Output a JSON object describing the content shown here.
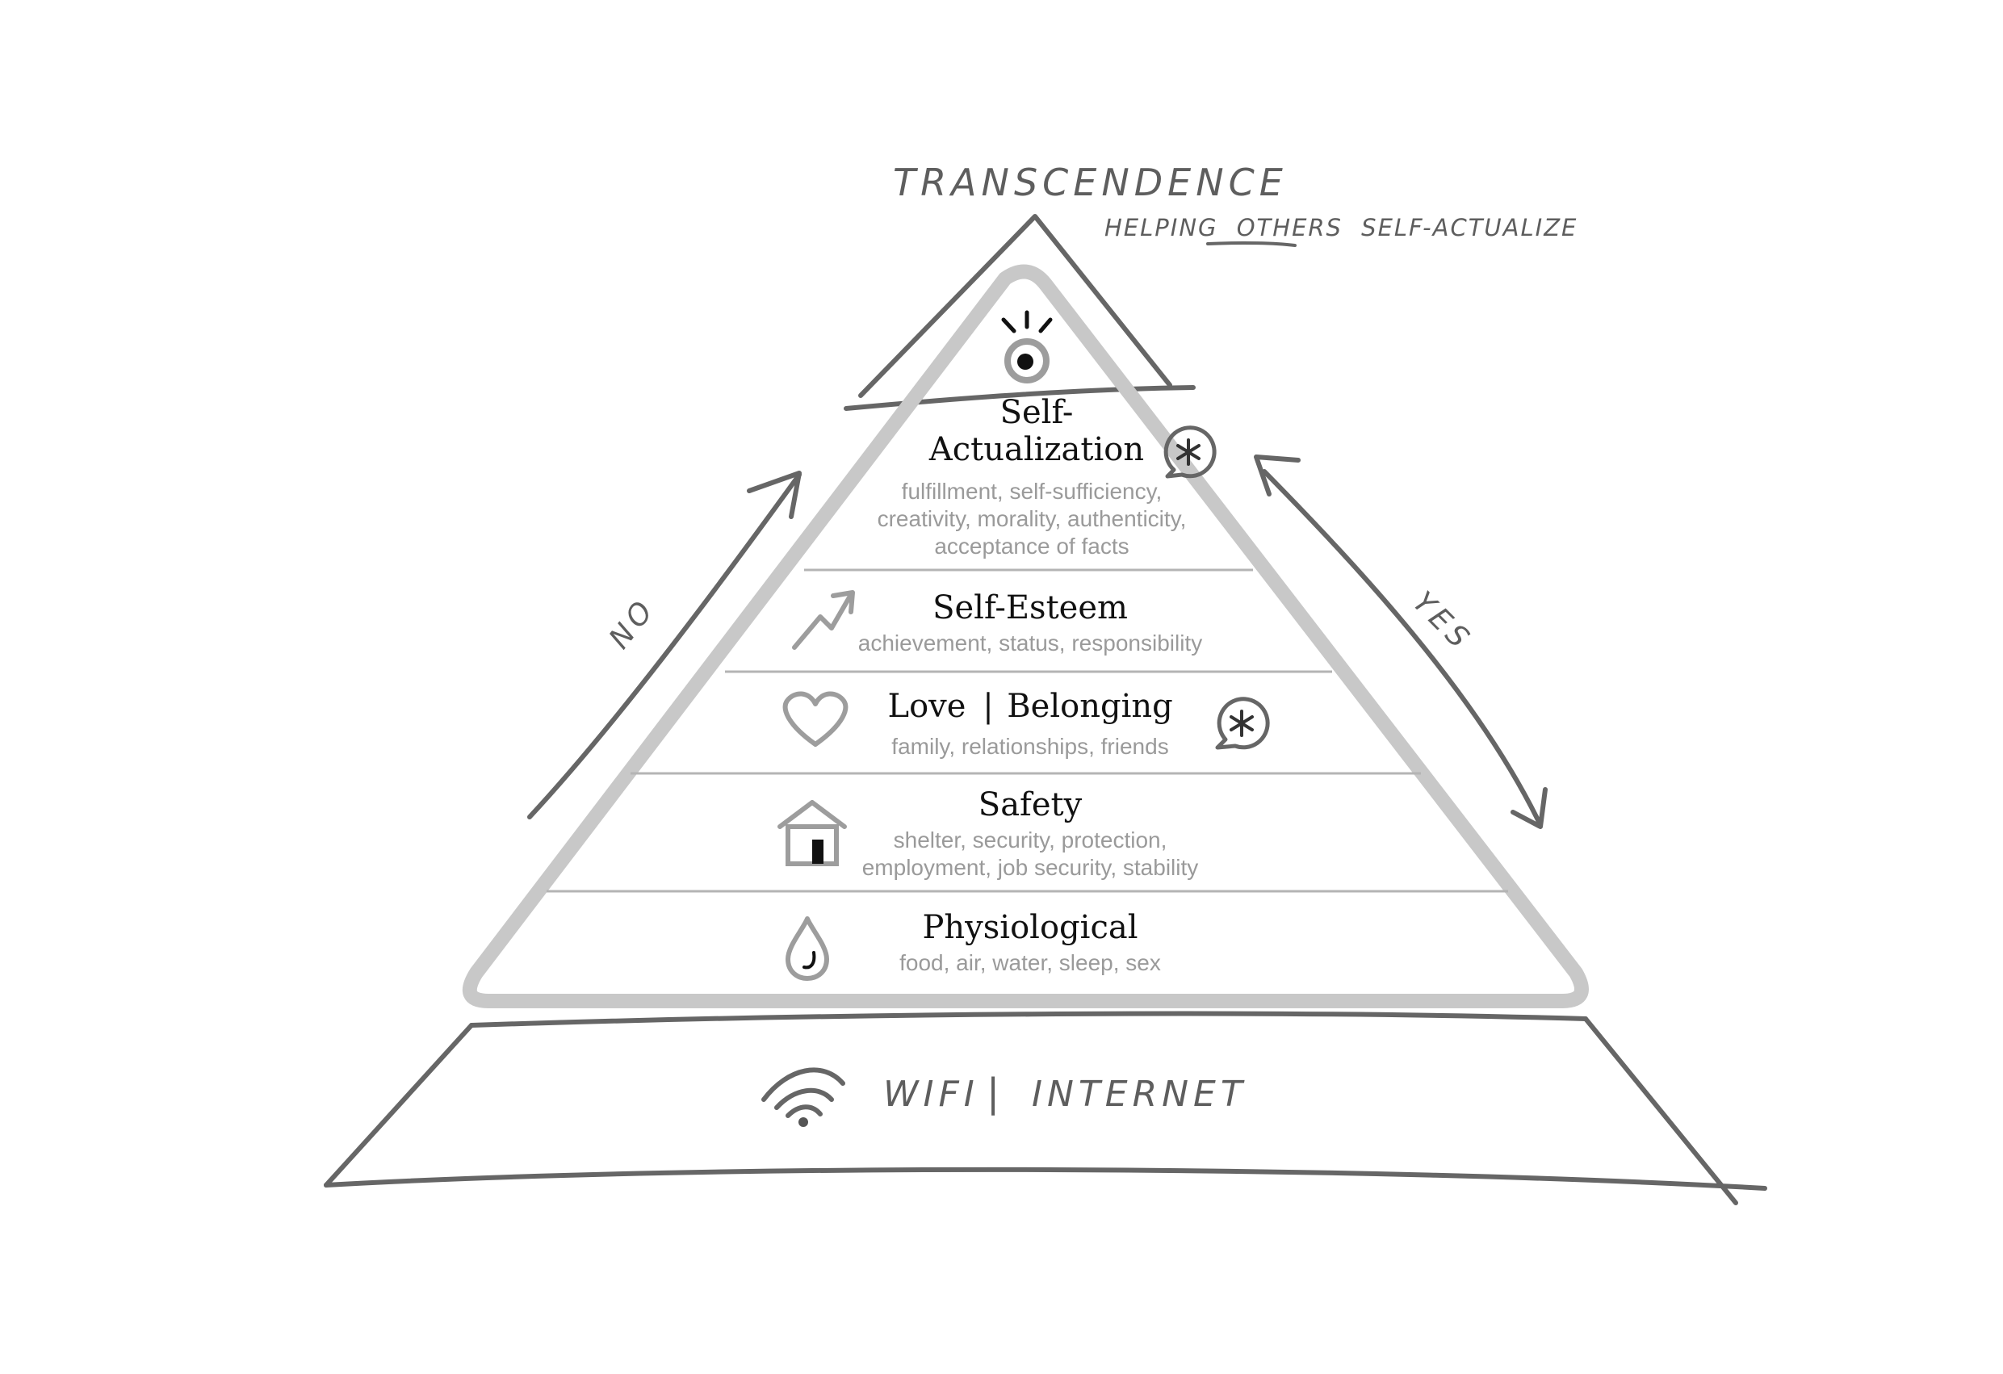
{
  "top": {
    "title": "TRANSCENDENCE",
    "subtitle_prefix": "HELPING",
    "subtitle_emphasis": "OTHERS",
    "subtitle_suffix": "SELF-ACTUALIZE"
  },
  "arrows": {
    "left_label": "NO",
    "right_label": "YES"
  },
  "levels": {
    "self_actualization": {
      "title_line1": "Self-",
      "title_line2": "Actualization",
      "desc_line1": "fulfillment, self-sufficiency,",
      "desc_line2": "creativity, morality, authenticity,",
      "desc_line3": "acceptance of facts"
    },
    "self_esteem": {
      "title": "Self-Esteem",
      "desc": "achievement, status, responsibility"
    },
    "love": {
      "title_left": "Love",
      "separator": "|",
      "title_right": "Belonging",
      "desc": "family, relationships, friends"
    },
    "safety": {
      "title": "Safety",
      "desc_line1": "shelter, security, protection,",
      "desc_line2": "employment, job security, stability"
    },
    "physiological": {
      "title": "Physiological",
      "desc": "food, air, water, sleep, sex"
    }
  },
  "base": {
    "label_left": "WIFI",
    "separator": "|",
    "label_right": "INTERNET"
  },
  "icons": [
    "eye-icon",
    "speech-bubble-asterisk-icon",
    "trend-arrow-icon",
    "heart-icon",
    "house-icon",
    "water-drop-icon",
    "wifi-icon"
  ],
  "colors": {
    "sketch": "#666666",
    "pyramid_outline": "#c8c8c8",
    "divider": "#b4b4b4",
    "title_text": "#111111",
    "desc_text": "#9a9a9a"
  }
}
